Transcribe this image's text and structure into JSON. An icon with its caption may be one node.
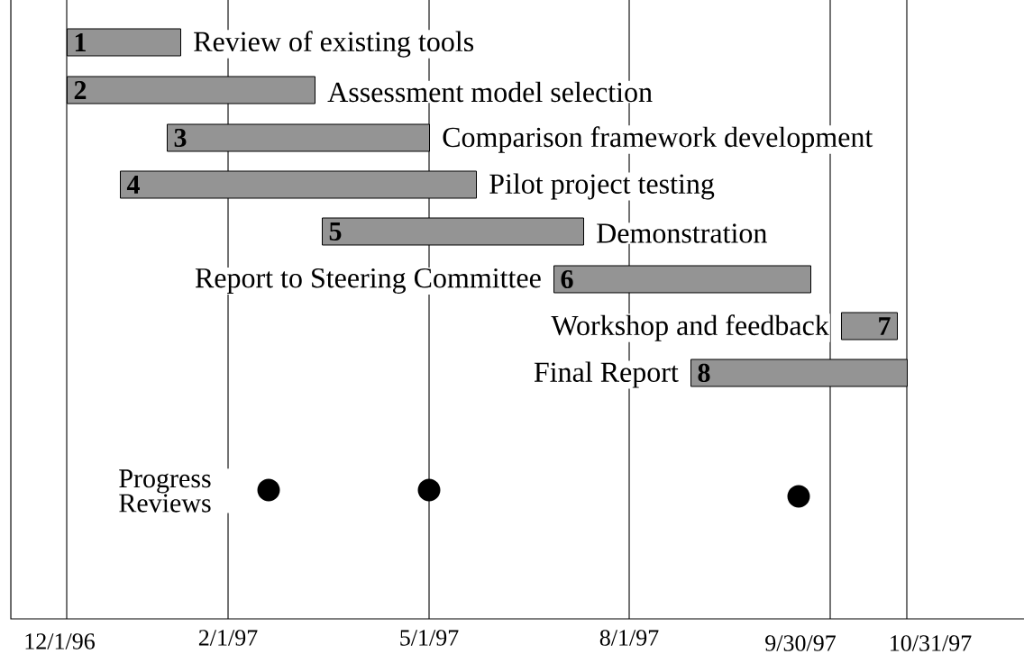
{
  "diagram": {
    "nodes": [
      {
        "text": [
          "1"
        ],
        "beside": [
          "Review of existing tools"
        ]
      },
      {
        "text": [
          "2"
        ],
        "beside": [
          "Assessment model selection"
        ]
      },
      {
        "text": [
          "3"
        ],
        "beside": [
          "Comparison framework development"
        ]
      },
      {
        "text": [
          "4"
        ],
        "beside": [
          "Pilot project testing"
        ]
      },
      {
        "text": [
          "5"
        ],
        "beside": [
          "Demonstration"
        ]
      },
      {
        "text": [
          "6"
        ],
        "beside": [
          "Report to Steering Committee"
        ]
      },
      {
        "text": [
          "7"
        ],
        "beside": [
          "Workshop and feedback"
        ]
      },
      {
        "text": [
          "8"
        ],
        "beside": [
          "Final Report"
        ]
      },
      {
        "text": [],
        "shape": "circle"
      },
      {
        "text": [],
        "shape": "circle"
      },
      {
        "text": [],
        "shape": "circle"
      }
    ],
    "edges": [],
    "labels": [
      "Progress Reviews",
      "12/1/96",
      "2/1/97",
      "5/1/97",
      "8/1/97",
      "9/30/97",
      "10/31/97"
    ]
  }
}
